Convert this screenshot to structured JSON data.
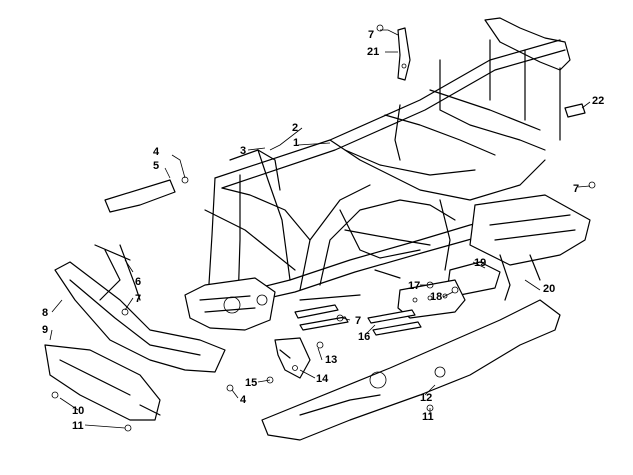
{
  "diagram": {
    "callouts": [
      {
        "id": "c1",
        "text": "1"
      },
      {
        "id": "c2",
        "text": "2"
      },
      {
        "id": "c3",
        "text": "3"
      },
      {
        "id": "c4a",
        "text": "4"
      },
      {
        "id": "c4b",
        "text": "4"
      },
      {
        "id": "c5",
        "text": "5"
      },
      {
        "id": "c6",
        "text": "6"
      },
      {
        "id": "c7a",
        "text": "7"
      },
      {
        "id": "c7b",
        "text": "7"
      },
      {
        "id": "c7c",
        "text": "7"
      },
      {
        "id": "c7d",
        "text": "7"
      },
      {
        "id": "c8",
        "text": "8"
      },
      {
        "id": "c9",
        "text": "9"
      },
      {
        "id": "c10",
        "text": "10"
      },
      {
        "id": "c11a",
        "text": "11"
      },
      {
        "id": "c11b",
        "text": "11"
      },
      {
        "id": "c12",
        "text": "12"
      },
      {
        "id": "c13",
        "text": "13"
      },
      {
        "id": "c14",
        "text": "14"
      },
      {
        "id": "c15",
        "text": "15"
      },
      {
        "id": "c16",
        "text": "16"
      },
      {
        "id": "c17",
        "text": "17"
      },
      {
        "id": "c18",
        "text": "18"
      },
      {
        "id": "c19",
        "text": "19"
      },
      {
        "id": "c20",
        "text": "20"
      },
      {
        "id": "c21",
        "text": "21"
      },
      {
        "id": "c22",
        "text": "22"
      }
    ]
  }
}
